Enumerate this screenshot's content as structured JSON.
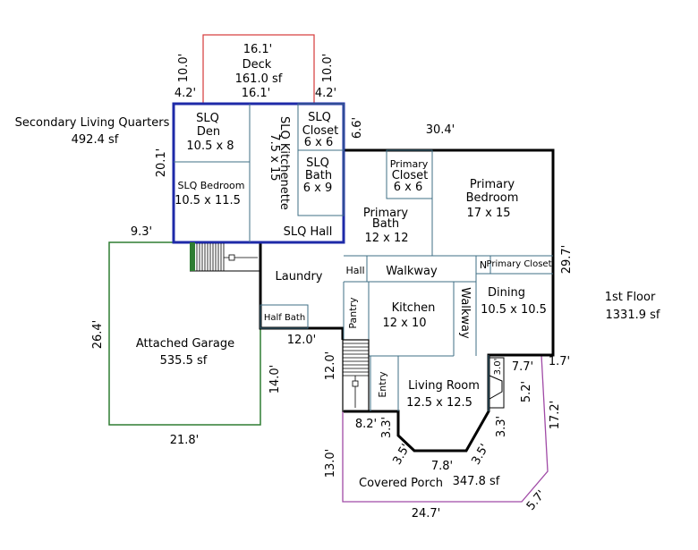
{
  "colors": {
    "slq_outline": "#1e2aa8",
    "deck_outline": "#d63a3a",
    "garage_outline": "#2e7d32",
    "porch_outline": "#a04aa6",
    "main_outline": "#000000",
    "interior_wall": "#3f6f86"
  },
  "floor": {
    "name": "1st Floor",
    "area": "1331.9 sf"
  },
  "slq": {
    "name": "Secondary Living Quarters",
    "area": "492.4 sf",
    "den_name": "SLQ",
    "den_name2": "Den",
    "den_size": "10.5 x 8",
    "closet_name": "SLQ",
    "closet_name2": "Closet",
    "closet_size": "6 x 6",
    "bath_name": "SLQ",
    "bath_name2": "Bath",
    "bath_size": "6 x 9",
    "bedroom_name": "SLQ Bedroom",
    "bedroom_size": "10.5 x 11.5",
    "kitchenette_name": "SLQ  Kitchenette",
    "kitchenette_size": "7.5 x 15",
    "hall_name": "SLQ Hall"
  },
  "deck": {
    "name": "Deck",
    "area": "161.0 sf"
  },
  "garage": {
    "name": "Attached Garage",
    "area": "535.5 sf"
  },
  "porch": {
    "name": "Covered Porch",
    "area": "347.8 sf"
  },
  "rooms": {
    "primary_closet_name": "Primary",
    "primary_closet_name2": "Closet",
    "primary_closet_size": "6 x 6",
    "primary_bedroom_name": "Primary",
    "primary_bedroom_name2": "Bedroom",
    "primary_bedroom_size": "17 x 15",
    "primary_bath_name": "Primary",
    "primary_bath_name2": "Bath",
    "primary_bath_size": "12 x 12",
    "laundry": "Laundry",
    "half_bath": "Half Bath",
    "hall": "Hall",
    "walkway": "Walkway",
    "walkway_vertical": "Walkway",
    "n": "N",
    "primary_closet2": "Primary Closet",
    "pantry": "Pantry",
    "kitchen_name": "Kitchen",
    "kitchen_size": "12 x 10",
    "dining_name": "Dining",
    "dining_size": "10.5 x 10.5",
    "entry": "Entry",
    "living_name": "Living Room",
    "living_size": "12.5 x 12.5"
  },
  "dimensions": {
    "deck_top": "16.1'",
    "deck_bottom": "16.1'",
    "deck_left": "10.0'",
    "deck_right": "10.0'",
    "slq_left_offset": "4.2'",
    "slq_right_offset": "4.2'",
    "main_top": "30.4'",
    "main_right_top": "6.6'",
    "slq_left": "20.1'",
    "garage_top": "9.3'",
    "garage_left": "26.4'",
    "garage_bottom": "21.8'",
    "garage_right": "14.0'",
    "laundry_bottom": "12.0'",
    "stair_left": "12.0'",
    "main_right": "29.7'",
    "step_right": "1.7'",
    "living_step": "7.7'",
    "fireplace": "3.0'",
    "living_right": "5.2'",
    "porch_right": "17.2'",
    "porch_diag": "5.7'",
    "porch_bottom": "24.7'",
    "porch_left": "13.0'",
    "bay_left_top": "8.2'",
    "bay_left_1": "3.3'",
    "bay_left_2": "3.5'",
    "bay_bottom": "7.8'",
    "bay_right_2": "3.5'",
    "bay_right_1": "3.3'"
  }
}
